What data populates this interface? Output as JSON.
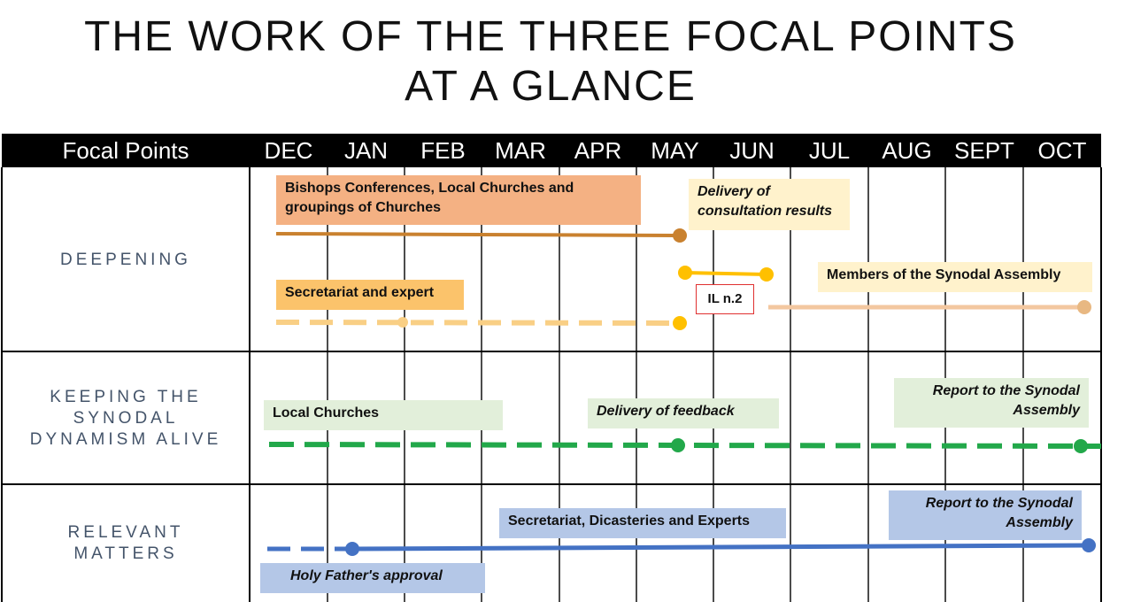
{
  "title": {
    "line1": "THE WORK OF THE THREE FOCAL POINTS",
    "line2": "AT A GLANCE"
  },
  "header": {
    "corner": "Focal Points",
    "months": [
      "DEC",
      "JAN",
      "FEB",
      "MAR",
      "APR",
      "MAY",
      "JUN",
      "JUL",
      "AUG",
      "SEPT",
      "OCT"
    ]
  },
  "rows": {
    "deepening": "DEEPENING",
    "keeping": [
      "KEEPING THE",
      "SYNODAL",
      "DYNAMISM ALIVE"
    ],
    "relevant": [
      "RELEVANT",
      "MATTERS"
    ]
  },
  "labels": {
    "bishops": "Bishops Conferences, Local Churches and groupings of Churches",
    "delivery_consultation": "Delivery of consultation results",
    "secretariat_expert": "Secretariat and expert",
    "il": "IL n.2",
    "members": "Members of the Synodal Assembly",
    "local_churches": "Local Churches",
    "delivery_feedback": "Delivery of feedback",
    "report_1": "Report to the Synodal Assembly",
    "secretariat_dicasteries": "Secretariat, Dicasteries and Experts",
    "report_2": "Report to the Synodal Assembly",
    "holy_father": "Holy Father's approval"
  },
  "colors": {
    "orange_box": "#f4b183",
    "orange_line": "#c9812f",
    "yellow_box": "#fff2cc",
    "gold": "#ffc000",
    "gold_box": "#fbc36b",
    "peach_line": "#f3c7a0",
    "peach_dot": "#e8b882",
    "green_box": "#e2efda",
    "green": "#22a84a",
    "blue_box": "#b4c7e7",
    "blue": "#4472c4",
    "label_text": "#44546a"
  }
}
